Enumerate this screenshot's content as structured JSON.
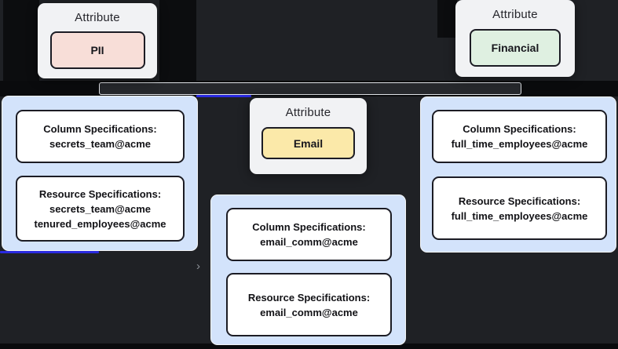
{
  "diagram": {
    "attributes": {
      "pii": {
        "title": "Attribute",
        "label": "PII"
      },
      "email": {
        "title": "Attribute",
        "label": "Email"
      },
      "financial": {
        "title": "Attribute",
        "label": "Financial"
      }
    },
    "cards": {
      "left": {
        "column": {
          "heading": "Column Specifications:",
          "line2": "secrets_team@acme"
        },
        "resource": {
          "heading": "Resource Specifications:",
          "line2": "secrets_team@acme",
          "line3": "tenured_employees@acme"
        }
      },
      "middle": {
        "column": {
          "heading": "Column Specifications:",
          "line2": "email_comm@acme"
        },
        "resource": {
          "heading": "Resource Specifications:",
          "line2": "email_comm@acme"
        }
      },
      "right": {
        "column": {
          "heading": "Column Specifications:",
          "line2": "full_time_employees@acme"
        },
        "resource": {
          "heading": "Resource Specifications:",
          "line2": "full_time_employees@acme"
        }
      }
    },
    "connector_chevron": "›",
    "colors": {
      "pii_bg": "#f8ded8",
      "email_bg": "#fbe9a9",
      "financial_bg": "#dff0e1",
      "container_bg": "#d3e3fb",
      "selection_blue": "#2a2ae0",
      "canvas_bg": "#1f2125",
      "panel_dark": "#0a0b0d",
      "node_bg": "#f1f2f4"
    }
  }
}
